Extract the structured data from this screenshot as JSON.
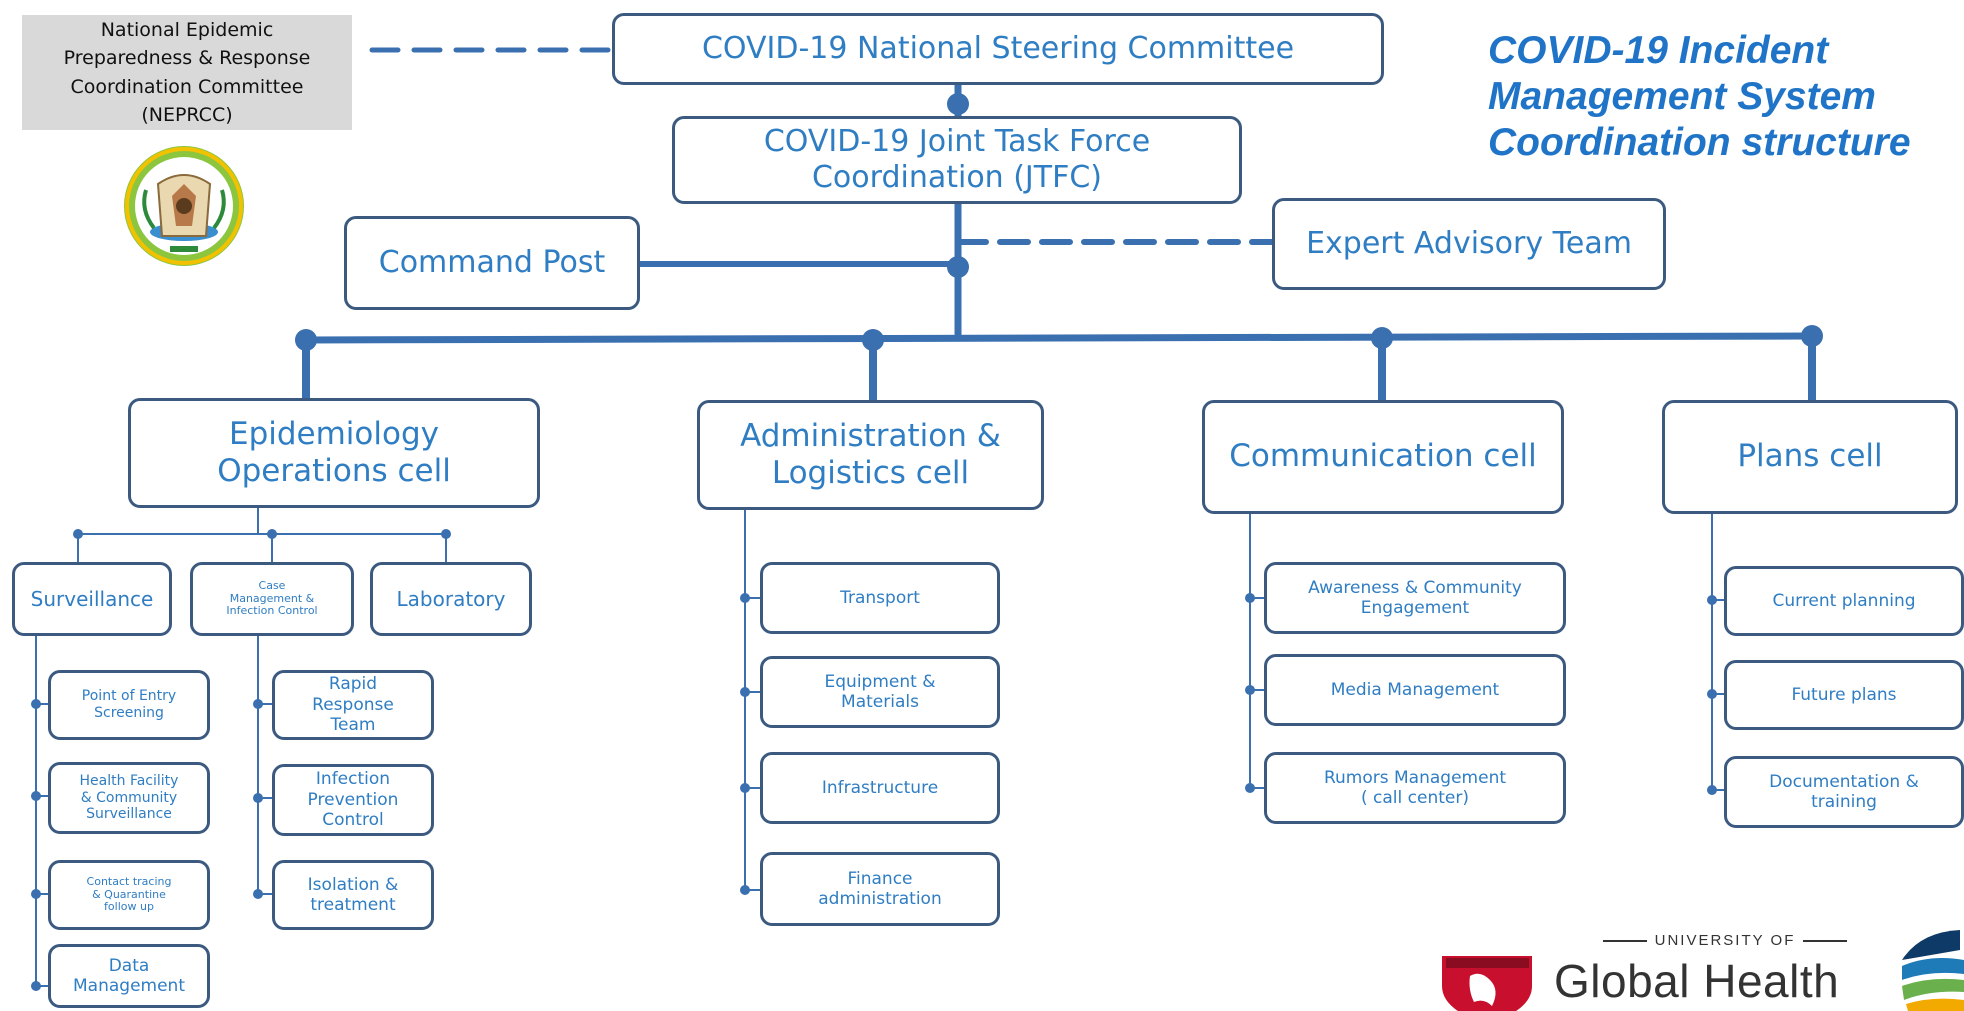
{
  "header": {
    "title": "COVID-19 Incident\nManagement System\nCoordination structure",
    "neprcc": "National Epidemic\nPreparedness & Response\nCoordination Committee\n(NEPRCC)"
  },
  "top": {
    "steering": "COVID-19 National Steering Committee",
    "jtfc": "COVID-19 Joint Task Force\nCoordination (JTFC)",
    "command_post": "Command Post",
    "expert": "Expert Advisory Team"
  },
  "cells": {
    "epi": "Epidemiology\nOperations cell",
    "admin": "Administration &\nLogistics cell",
    "comm": "Communication cell",
    "plans": "Plans cell"
  },
  "epi_sub": {
    "surveillance": "Surveillance",
    "case_mgmt": "Case\nManagement &\nInfection Control",
    "laboratory": "Laboratory",
    "surveillance_items": [
      "Point of Entry\nScreening",
      "Health Facility\n& Community\nSurveillance",
      "Contact tracing\n& Quarantine\nfollow up",
      "Data\nManagement"
    ],
    "case_items": [
      "Rapid\nResponse\nTeam",
      "Infection\nPrevention\nControl",
      "Isolation &\ntreatment"
    ]
  },
  "admin_items": [
    "Transport",
    "Equipment &\nMaterials",
    "Infrastructure",
    "Finance\nadministration"
  ],
  "comm_items": [
    "Awareness & Community\nEngagement",
    "Media Management",
    "Rumors Management\n( call center)"
  ],
  "plans_items": [
    "Current planning",
    "Future plans",
    "Documentation &\ntraining"
  ],
  "footer": {
    "university_of": "UNIVERSITY OF",
    "global_health": "Global Health"
  },
  "colors": {
    "line": "#3a6fb0",
    "box_border": "#3c5a80",
    "text": "#2f7dc3",
    "title": "#1f74c8"
  }
}
